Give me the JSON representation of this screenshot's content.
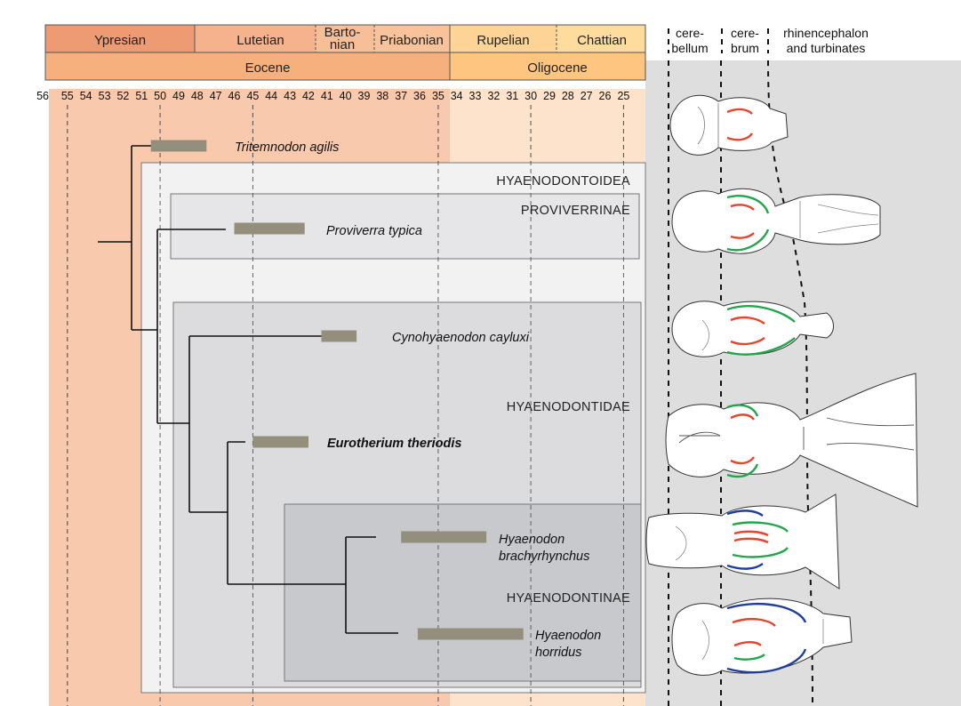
{
  "timescale": {
    "stages": [
      "Ypresian",
      "Lutetian",
      [
        "Barto-",
        "nian"
      ],
      "Priabonian",
      "Rupelian",
      "Chattian"
    ],
    "epochs": [
      "Eocene",
      "Oligocene"
    ],
    "ticks": [
      "56",
      "55",
      "54",
      "53",
      "52",
      "51",
      "50",
      "49",
      "48",
      "47",
      "46",
      "45",
      "44",
      "43",
      "42",
      "41",
      "40",
      "39",
      "38",
      "37",
      "36",
      "35",
      "34",
      "33",
      "32",
      "31",
      "30",
      "29",
      "28",
      "27",
      "26",
      "25"
    ]
  },
  "taxa": [
    {
      "name": "Tritemnodon agilis",
      "range_ma": [
        50.5,
        47.5
      ]
    },
    {
      "name": "Proviverra typica",
      "range_ma": [
        46.0,
        42.2
      ]
    },
    {
      "name": "Cynohyaenodon cayluxi",
      "range_ma": [
        41.3,
        39.4
      ]
    },
    {
      "name": "Eurotherium theriodis",
      "range_ma": [
        45.0,
        42.0
      ],
      "emphasis": true
    },
    {
      "name": "Hyaenodon brachyrhynchus",
      "name_lines": [
        "Hyaenodon",
        "brachyrhynchus"
      ],
      "range_ma": [
        37.0,
        32.4
      ]
    },
    {
      "name": "Hyaenodon horridus",
      "name_lines": [
        "Hyaenodon",
        "horridus"
      ],
      "range_ma": [
        36.1,
        30.4
      ]
    }
  ],
  "clades": [
    "HYAENODONTOIDEA",
    "PROVIVERRINAE",
    "HYAENODONTIDAE",
    "HYAENODONTINAE"
  ],
  "brain_columns": [
    [
      "cere-",
      "bellum"
    ],
    [
      "cere-",
      "brum"
    ],
    [
      "rhinencephalon",
      "and turbinates"
    ]
  ],
  "colors": {
    "eocene_band": "#f8c9ad",
    "oligocene_band": "#fde3cb",
    "range_bar": "#948f7c",
    "brain_panel": "#dedede",
    "sulcus_red": "#e8432b",
    "sulcus_green": "#22a64b",
    "sulcus_blue": "#1f3f9b"
  }
}
